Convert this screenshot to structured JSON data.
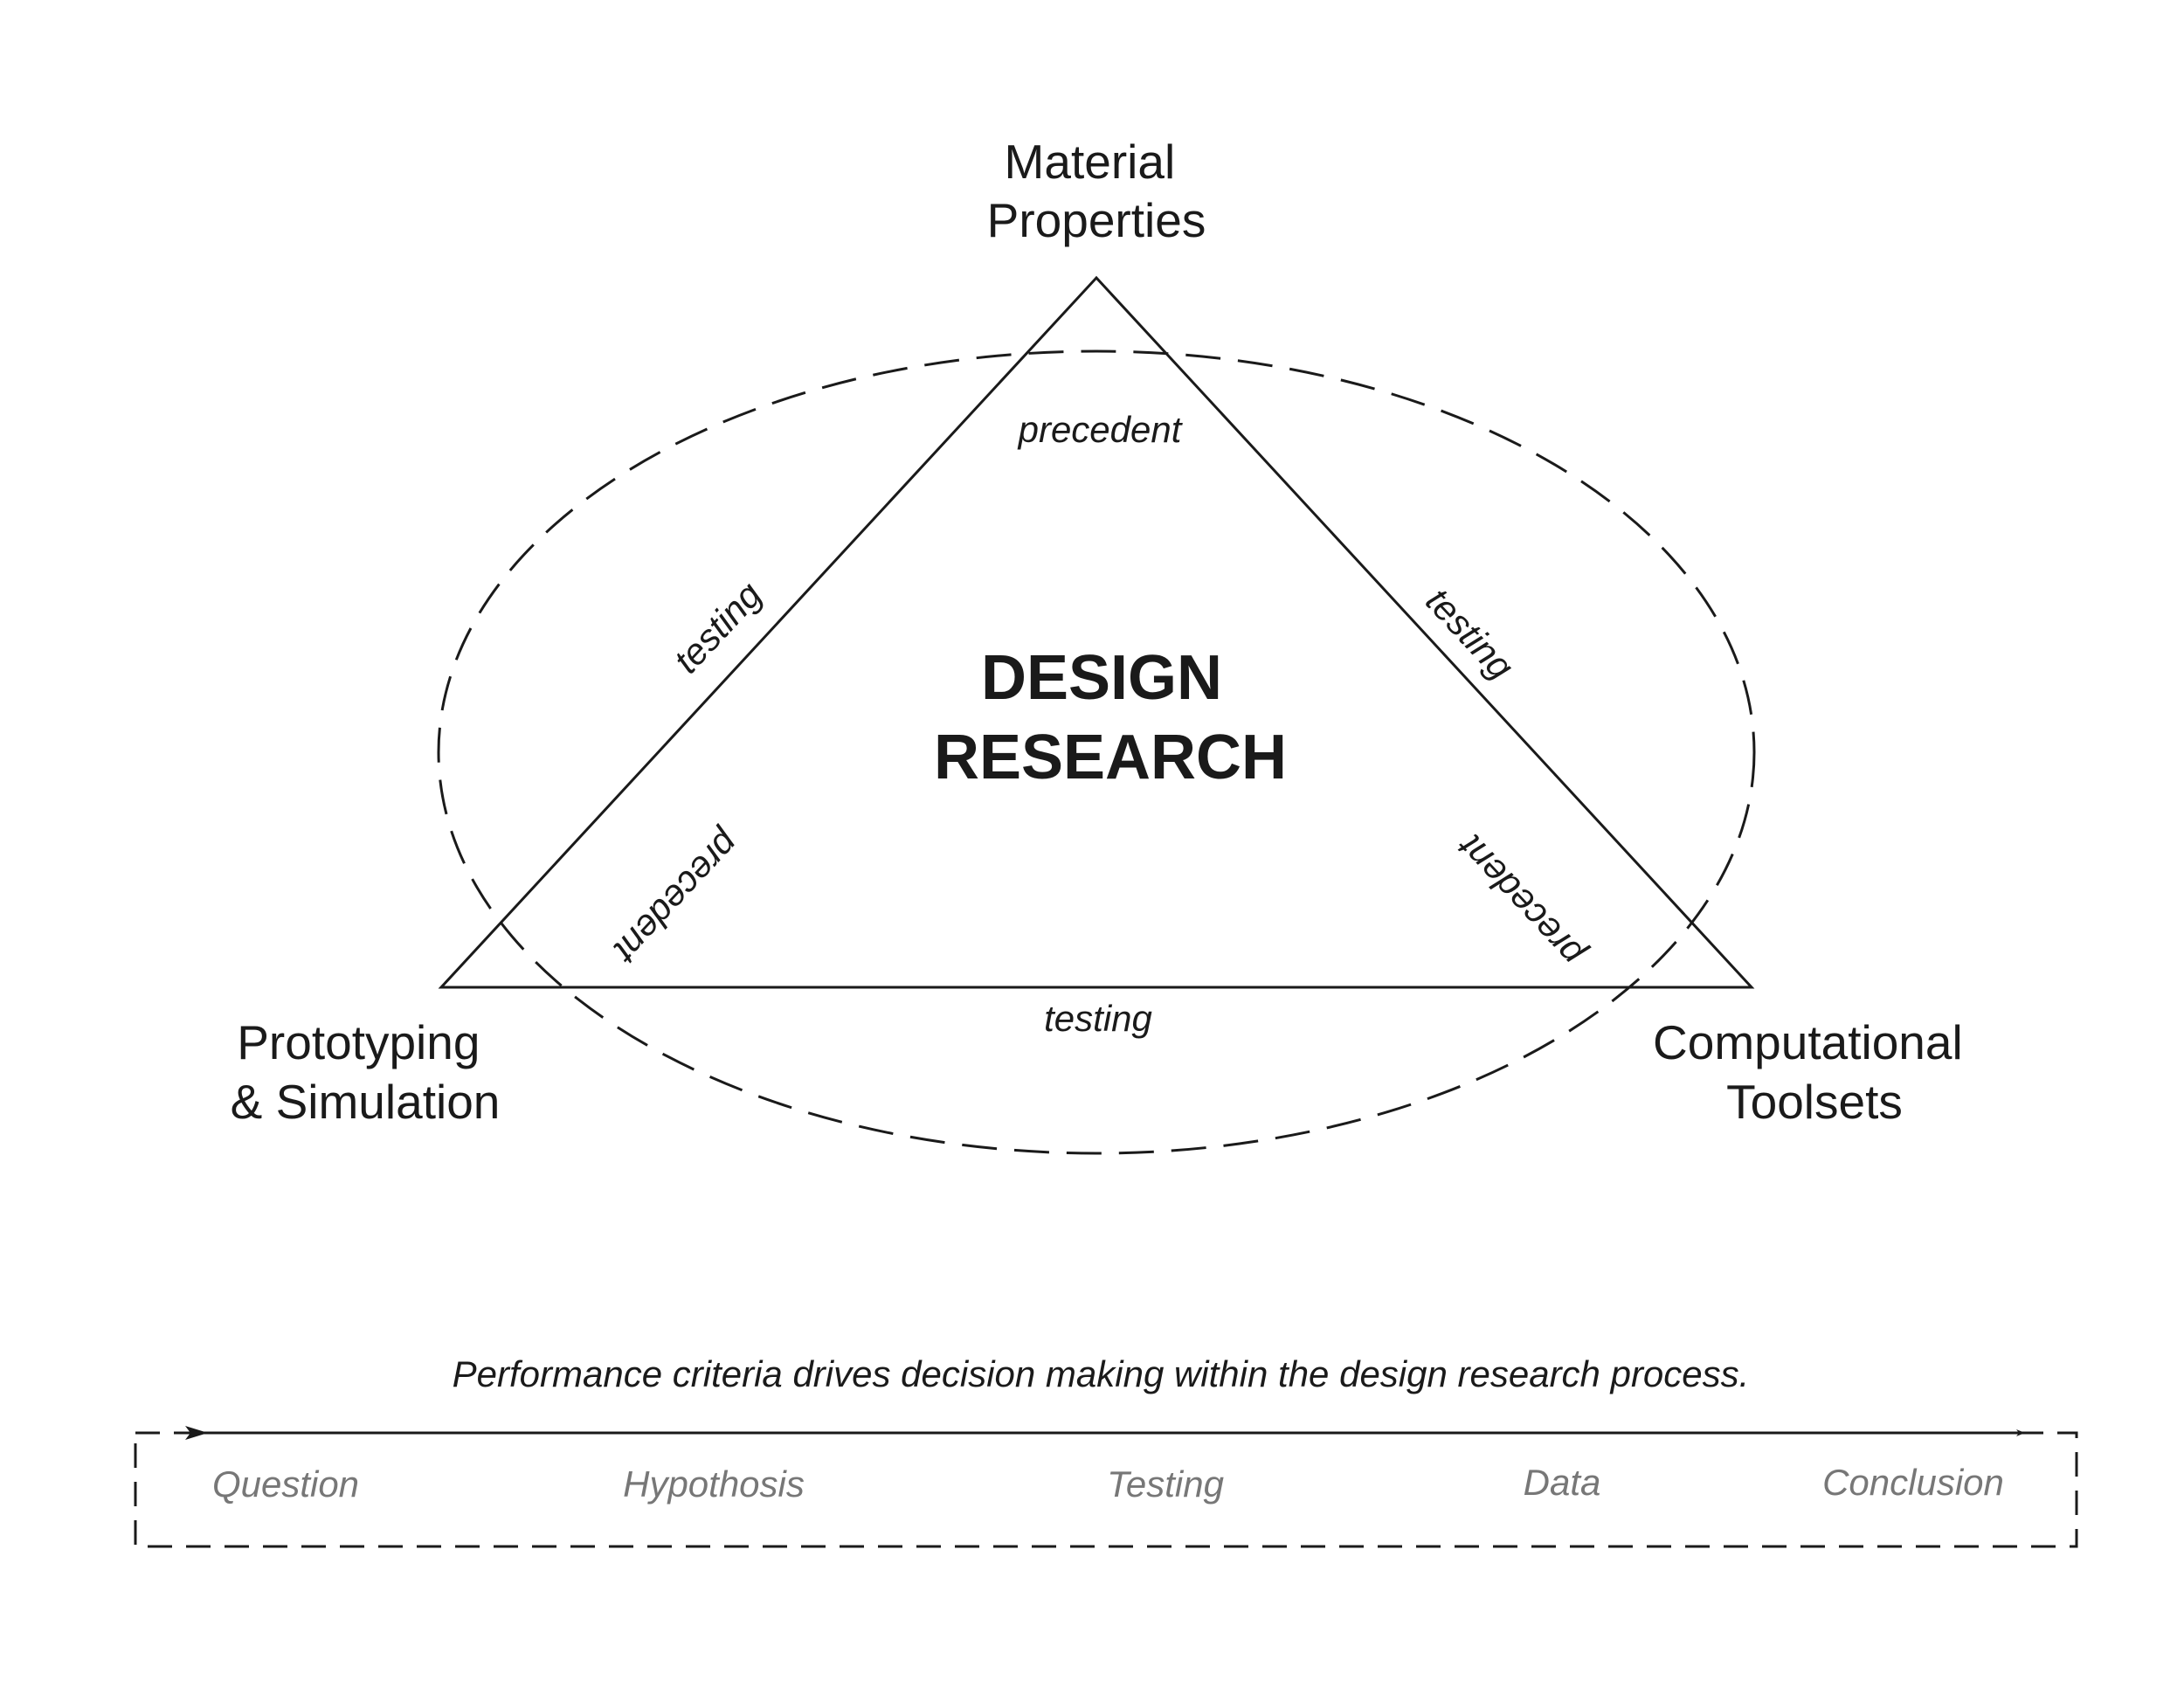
{
  "vertices": {
    "top": {
      "line1": "Material",
      "line2": "Properties"
    },
    "left": {
      "line1": "Prototyping",
      "line2": "& Simulation"
    },
    "right": {
      "line1": "Computational",
      "line2": "Toolsets"
    }
  },
  "center": {
    "line1": "DESIGN",
    "line2": "RESEARCH"
  },
  "edges": {
    "top_precedent": "precedent",
    "left_testing": "testing",
    "right_testing": "testing",
    "left_precedent": "precedent",
    "right_precedent": "precedent",
    "bottom_testing": "testing"
  },
  "process": {
    "caption": "Performance criteria drives decision making within the design research process.",
    "steps": [
      "Question",
      "Hypothosis",
      "Testing",
      "Data",
      "Conclusion"
    ]
  }
}
